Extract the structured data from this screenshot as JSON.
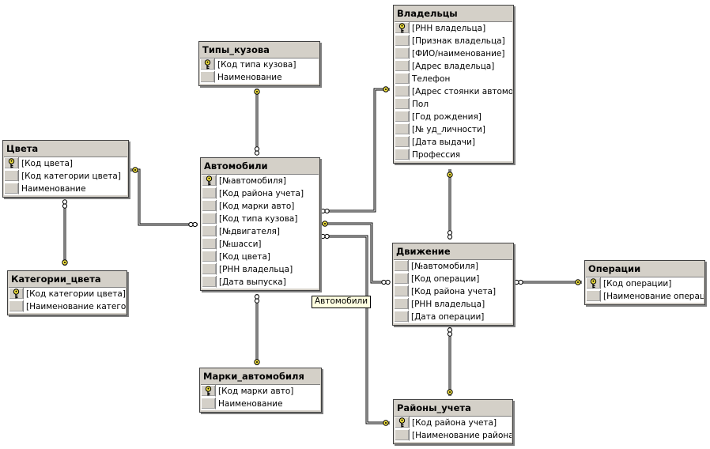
{
  "tables": {
    "tipy_kuzova": {
      "title": "Типы_кузова",
      "fields": [
        {
          "name": "[Код типа кузова]",
          "pk": true
        },
        {
          "name": "Наименование",
          "pk": false
        }
      ]
    },
    "cveta": {
      "title": "Цвета",
      "fields": [
        {
          "name": "[Код цвета]",
          "pk": true
        },
        {
          "name": "[Код категории цвета]",
          "pk": false
        },
        {
          "name": "Наименование",
          "pk": false
        }
      ]
    },
    "kategorii": {
      "title": "Категории_цвета",
      "fields": [
        {
          "name": "[Код категории цвета]",
          "pk": true
        },
        {
          "name": "[Наименование категории цвета]",
          "pk": false
        }
      ]
    },
    "avtomobili": {
      "title": "Автомобили",
      "fields": [
        {
          "name": "[№автомобиля]",
          "pk": true
        },
        {
          "name": "[Код района учета]",
          "pk": false
        },
        {
          "name": "[Код марки авто]",
          "pk": false
        },
        {
          "name": "[Код типа кузова]",
          "pk": false
        },
        {
          "name": "[№двигателя]",
          "pk": false
        },
        {
          "name": "[№шасси]",
          "pk": false
        },
        {
          "name": "[Код цвета]",
          "pk": false
        },
        {
          "name": "[РНН владельца]",
          "pk": false
        },
        {
          "name": "[Дата выпуска]",
          "pk": false
        }
      ]
    },
    "marki": {
      "title": "Марки_автомобиля",
      "fields": [
        {
          "name": "[Код марки авто]",
          "pk": true
        },
        {
          "name": "Наименование",
          "pk": false
        }
      ]
    },
    "vladelcy": {
      "title": "Владельцы",
      "fields": [
        {
          "name": "[РНН владельца]",
          "pk": true
        },
        {
          "name": "[Признак владельца]",
          "pk": false
        },
        {
          "name": "[ФИО/наименование]",
          "pk": false
        },
        {
          "name": "[Адрес владельца]",
          "pk": false
        },
        {
          "name": "Телефон",
          "pk": false
        },
        {
          "name": "[Адрес стоянки автомобиля]",
          "pk": false
        },
        {
          "name": "Пол",
          "pk": false
        },
        {
          "name": "[Год рождения]",
          "pk": false
        },
        {
          "name": "[№ уд_личности]",
          "pk": false
        },
        {
          "name": "[Дата выдачи]",
          "pk": false
        },
        {
          "name": "Профессия",
          "pk": false
        }
      ]
    },
    "dvizhenie": {
      "title": "Движение",
      "fields": [
        {
          "name": "[№автомобиля]",
          "pk": false
        },
        {
          "name": "[Код операции]",
          "pk": false
        },
        {
          "name": "[Код района учета]",
          "pk": false
        },
        {
          "name": "[РНН владельца]",
          "pk": false
        },
        {
          "name": "[Дата операции]",
          "pk": false
        }
      ]
    },
    "operacii": {
      "title": "Операции",
      "fields": [
        {
          "name": "[Код операции]",
          "pk": true
        },
        {
          "name": "[Наименование операции]",
          "pk": false
        }
      ]
    },
    "rayony": {
      "title": "Районы_учета",
      "fields": [
        {
          "name": "[Код района учета]",
          "pk": true
        },
        {
          "name": "[Наименование района учета]",
          "pk": false
        }
      ]
    }
  },
  "tooltip": "Автомобили",
  "colors": {
    "key": "#f0e040",
    "line": "#000000",
    "header": "#d4d0c8"
  }
}
